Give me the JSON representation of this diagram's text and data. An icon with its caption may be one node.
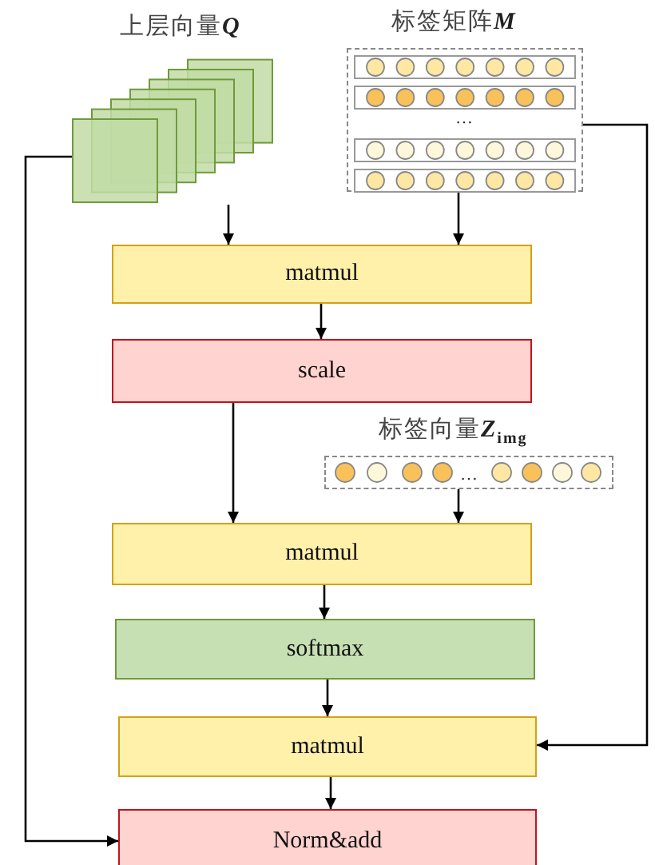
{
  "diagram": {
    "nodes": [
      {
        "text": [
          "上层向量**Q**"
        ]
      },
      {
        "text": [
          "标签矩阵**M**",
          "…"
        ]
      },
      {
        "text": [
          "matmul"
        ]
      },
      {
        "text": [
          "scale"
        ]
      },
      {
        "text": [
          "标签向量**Z**$_{img}$",
          "…"
        ]
      },
      {
        "text": [
          "matmul"
        ]
      },
      {
        "text": [
          "softmax"
        ]
      },
      {
        "text": [
          "matmul"
        ]
      },
      {
        "text": [
          "Norm&add"
        ]
      }
    ],
    "edges": [
      {
        "from": 0,
        "to": 2,
        "arrow": "to"
      },
      {
        "from": 1,
        "to": 2,
        "arrow": "to"
      },
      {
        "from": 2,
        "to": 3,
        "arrow": "to"
      },
      {
        "from": 3,
        "to": 5,
        "arrow": "to"
      },
      {
        "from": 4,
        "to": 5,
        "arrow": "to"
      },
      {
        "from": 5,
        "to": 6,
        "arrow": "to"
      },
      {
        "from": 6,
        "to": 7,
        "arrow": "to"
      },
      {
        "from": 7,
        "to": 8,
        "arrow": "to"
      },
      {
        "from": 0,
        "to": 8,
        "arrow": "to"
      },
      {
        "from": 1,
        "to": 7,
        "arrow": "to"
      }
    ]
  }
}
